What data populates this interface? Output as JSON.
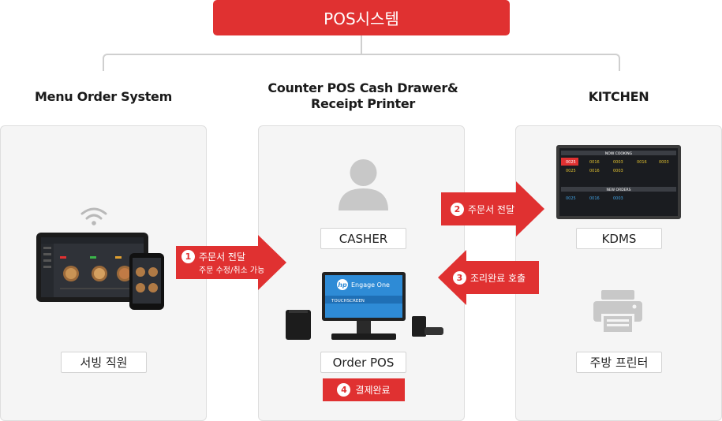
{
  "title": "POS시스템",
  "columns": {
    "left": "Menu Order System",
    "center_line1": "Counter POS Cash Drawer&",
    "center_line2": "Receipt Printer",
    "right": "KITCHEN"
  },
  "labels": {
    "serving_staff": "서빙 직원",
    "casher": "CASHER",
    "order_pos": "Order POS",
    "kdms": "KDMS",
    "kitchen_printer": "주방 프린터"
  },
  "arrows": {
    "a1": {
      "num": "1",
      "text": "주문서 전달",
      "sub": "주문 수정/취소 가능"
    },
    "a2": {
      "num": "2",
      "text": "주문서 전달"
    },
    "a3": {
      "num": "3",
      "text": "조리완료 호출"
    },
    "a4": {
      "num": "4",
      "text": "결제완료"
    }
  },
  "pos_screen": {
    "brand": "hp",
    "title": "Engage One",
    "banner": "TOUCHSCREEN"
  },
  "kds_screen": {
    "header_top": "NOW COOKING",
    "header_bottom": "NEW ORDERS",
    "row1": [
      "0025",
      "0016",
      "0003",
      "0016",
      "0003"
    ],
    "row2": [
      "0025",
      "0016",
      "0003"
    ],
    "row3": [
      "0025",
      "0016",
      "0003"
    ]
  },
  "colors": {
    "accent": "#e03131",
    "panel": "#f5f5f5"
  }
}
